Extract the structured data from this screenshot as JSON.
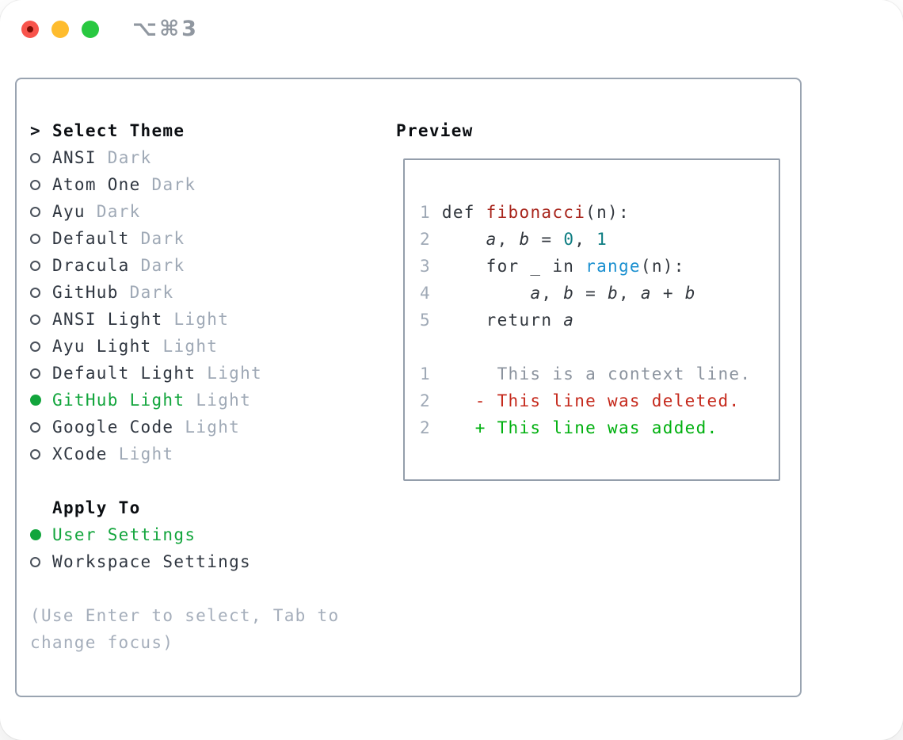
{
  "window": {
    "title_shortcut": "⌥⌘3",
    "controls": [
      "close",
      "minimize",
      "zoom"
    ]
  },
  "theme_panel": {
    "header": {
      "cursor": ">",
      "label": "Select Theme"
    },
    "themes": [
      {
        "name": "ANSI",
        "variant": "Dark",
        "selected": false
      },
      {
        "name": "Atom One",
        "variant": "Dark",
        "selected": false
      },
      {
        "name": "Ayu",
        "variant": "Dark",
        "selected": false
      },
      {
        "name": "Default",
        "variant": "Dark",
        "selected": false
      },
      {
        "name": "Dracula",
        "variant": "Dark",
        "selected": false
      },
      {
        "name": "GitHub",
        "variant": "Dark",
        "selected": false
      },
      {
        "name": "ANSI Light",
        "variant": "Light",
        "selected": false
      },
      {
        "name": "Ayu Light",
        "variant": "Light",
        "selected": false
      },
      {
        "name": "Default Light",
        "variant": "Light",
        "selected": false
      },
      {
        "name": "GitHub Light",
        "variant": "Light",
        "selected": true
      },
      {
        "name": "Google Code",
        "variant": "Light",
        "selected": false
      },
      {
        "name": "XCode",
        "variant": "Light",
        "selected": false
      }
    ],
    "apply_to": {
      "label": "Apply To",
      "options": [
        {
          "name": "User Settings",
          "selected": true
        },
        {
          "name": "Workspace Settings",
          "selected": false
        }
      ]
    },
    "help_lines": [
      "(Use Enter to select, Tab to",
      "change focus)"
    ]
  },
  "preview": {
    "label": "Preview",
    "code_lines": [
      {
        "num": "1",
        "tokens": [
          {
            "t": "def ",
            "c": "plain"
          },
          {
            "t": "fibonacci",
            "c": "func"
          },
          {
            "t": "(n):",
            "c": "plain"
          }
        ]
      },
      {
        "num": "2",
        "tokens": [
          {
            "t": "    ",
            "c": "plain"
          },
          {
            "t": "a",
            "c": "var"
          },
          {
            "t": ", ",
            "c": "plain"
          },
          {
            "t": "b",
            "c": "var"
          },
          {
            "t": " = ",
            "c": "plain"
          },
          {
            "t": "0",
            "c": "num"
          },
          {
            "t": ", ",
            "c": "plain"
          },
          {
            "t": "1",
            "c": "num"
          }
        ]
      },
      {
        "num": "3",
        "tokens": [
          {
            "t": "    for _ in ",
            "c": "plain"
          },
          {
            "t": "range",
            "c": "builtin"
          },
          {
            "t": "(n):",
            "c": "plain"
          }
        ]
      },
      {
        "num": "4",
        "tokens": [
          {
            "t": "        ",
            "c": "plain"
          },
          {
            "t": "a",
            "c": "var"
          },
          {
            "t": ", ",
            "c": "plain"
          },
          {
            "t": "b",
            "c": "var"
          },
          {
            "t": " = ",
            "c": "plain"
          },
          {
            "t": "b",
            "c": "var"
          },
          {
            "t": ", ",
            "c": "plain"
          },
          {
            "t": "a",
            "c": "var"
          },
          {
            "t": " + ",
            "c": "plain"
          },
          {
            "t": "b",
            "c": "var"
          }
        ]
      },
      {
        "num": "5",
        "tokens": [
          {
            "t": "    return ",
            "c": "plain"
          },
          {
            "t": "a",
            "c": "var"
          }
        ]
      }
    ],
    "diff_lines": [
      {
        "num": "1",
        "sign": " ",
        "text": "This is a context line.",
        "kind": "context"
      },
      {
        "num": "2",
        "sign": "-",
        "text": "This line was deleted.",
        "kind": "deleted"
      },
      {
        "num": "2",
        "sign": "+",
        "text": "This line was added.",
        "kind": "added"
      }
    ]
  },
  "colors": {
    "accent_green_selected": "#12a53c",
    "diff_added_green": "#00b00f",
    "diff_deleted_red": "#c5291c",
    "syntax_function_red": "#a8251c",
    "syntax_number_teal": "#0e7d82",
    "syntax_builtin_blue": "#1b90d0",
    "muted_gray": "#9fa9b6",
    "panel_border": "#9aa4b1",
    "traffic_red": "#f8544c",
    "traffic_yellow": "#febc2e",
    "traffic_green": "#28c840"
  }
}
